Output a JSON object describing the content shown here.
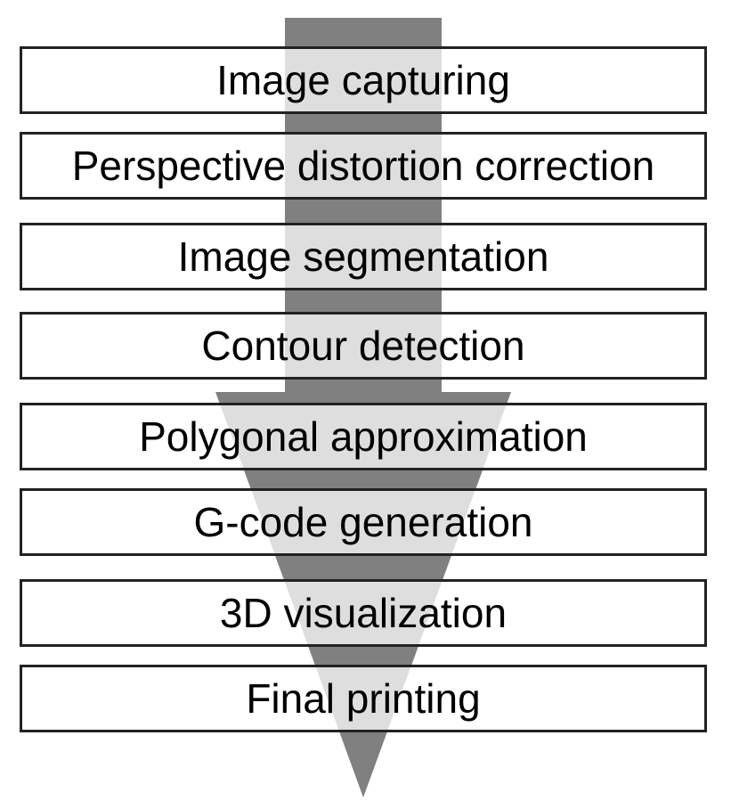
{
  "steps": [
    "Image capturing",
    "Perspective distortion correction",
    "Image segmentation",
    "Contour detection",
    "Polygonal approximation",
    "G-code generation",
    "3D visualization",
    "Final printing"
  ],
  "colors": {
    "arrow_dark": "#808080",
    "arrow_light": "#dedede",
    "box_fill": "#ffffff",
    "box_border": "#222222",
    "text": "#000000"
  }
}
